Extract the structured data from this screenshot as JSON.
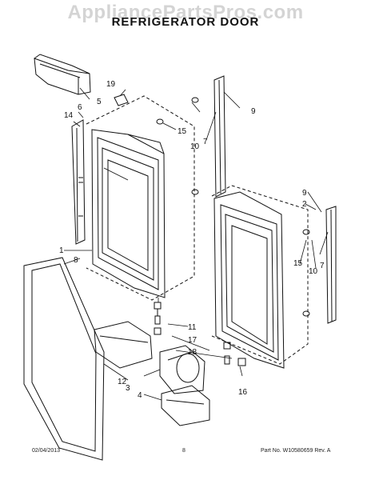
{
  "watermark": "AppliancePartsPros.com",
  "title": "REFRIGERATOR DOOR",
  "callouts": [
    "1",
    "2",
    "3",
    "4",
    "5",
    "6",
    "7",
    "7",
    "8",
    "9",
    "9",
    "10",
    "10",
    "11",
    "12",
    "14",
    "15",
    "15",
    "16",
    "17",
    "18",
    "19"
  ],
  "footer": {
    "date": "02/04/2013",
    "page": "8",
    "part_info": "Part No. W10580659  Rev. A"
  }
}
